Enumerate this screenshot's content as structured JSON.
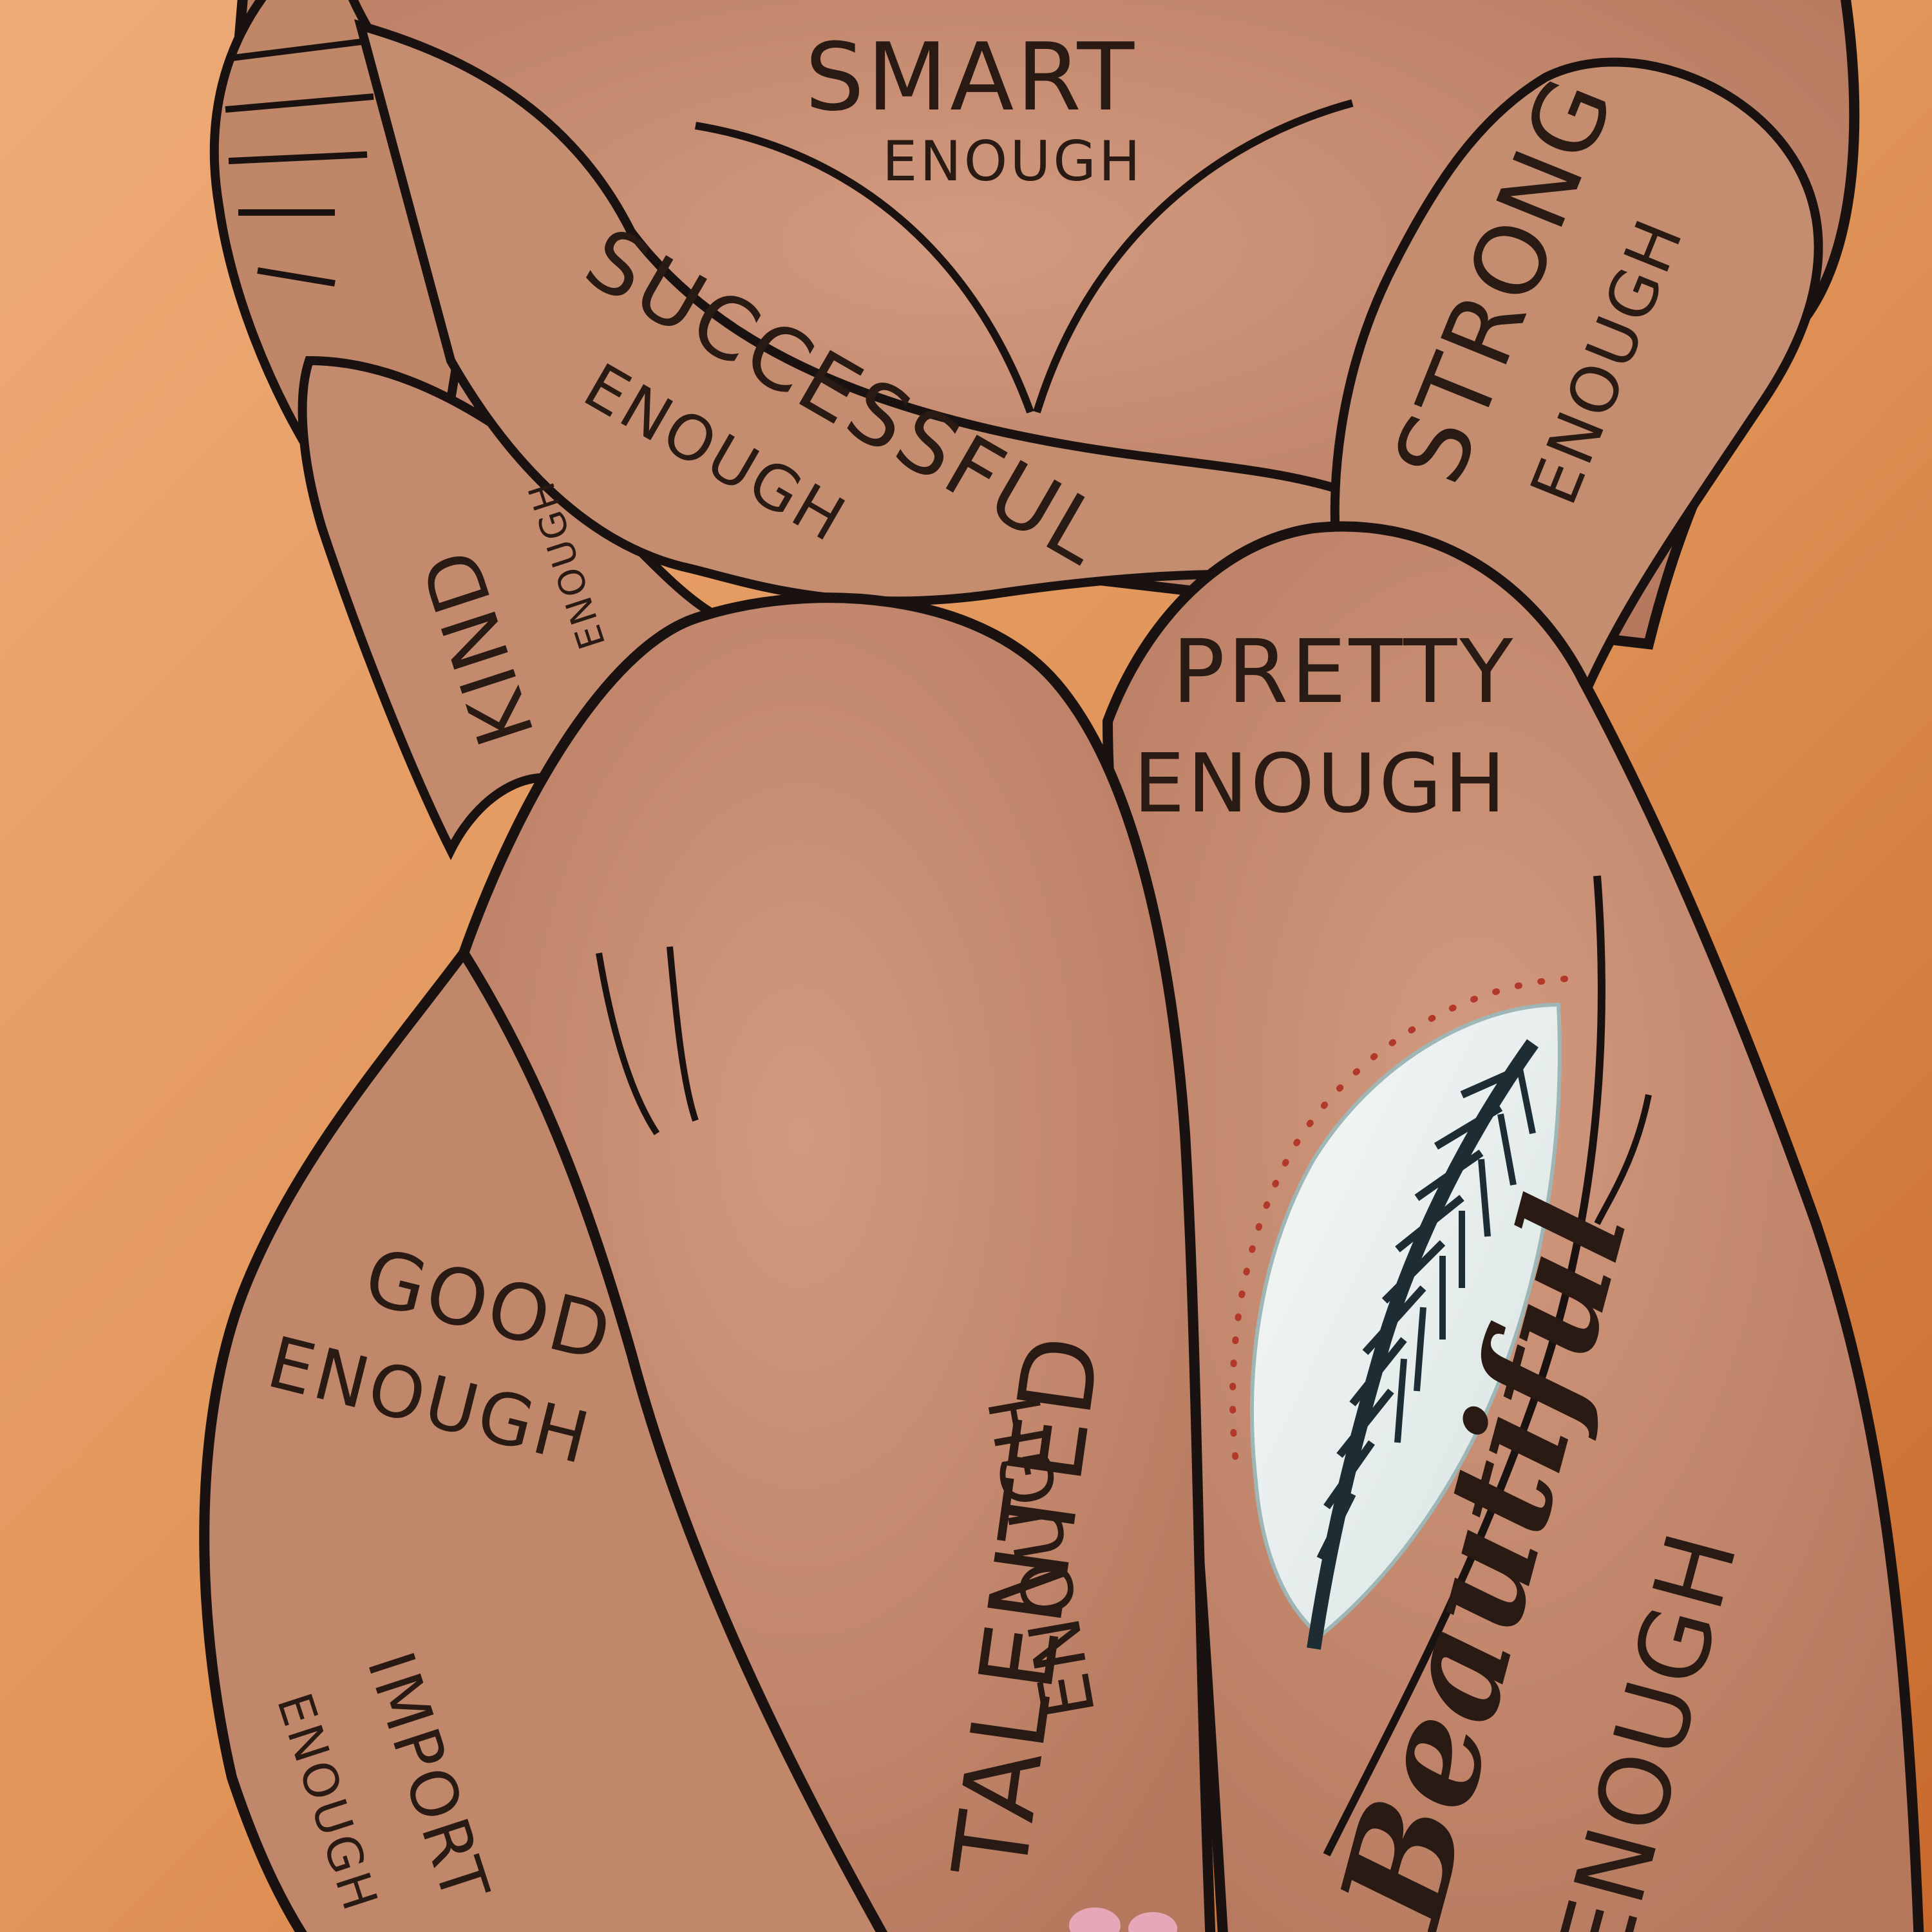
{
  "colors": {
    "background_light": "#e9a16b",
    "background_dark": "#c86a2c",
    "skin": "#c38a6e",
    "skin_shadow": "#a9705a",
    "outline": "#1a1210",
    "text": "#2a1a14",
    "feather_light": "#eef2f0",
    "feather_dark": "#1d2d33",
    "dots": "#b2382a"
  },
  "labels": {
    "smart": "SMART",
    "smart_enough": "ENOUGH",
    "successful": "SUCCESSFUL",
    "successful_enough": "ENOUGH",
    "strong": "STRONG",
    "strong_enough": "ENOUGH",
    "kind": "KIND",
    "kind_enough": "ENOUGH",
    "pretty": "PRETTY",
    "pretty_enough": "ENOUGH",
    "good": "GOOD",
    "good_enough": "ENOUGH",
    "talented": "TALENTED",
    "talented_enough": "ENOUGH",
    "beautiful": "Beautiful",
    "beautiful_enough": "ENOUGH",
    "important": "IMPORT",
    "important_enough": "ENOUGH"
  },
  "icons": [
    "feather-icon"
  ]
}
